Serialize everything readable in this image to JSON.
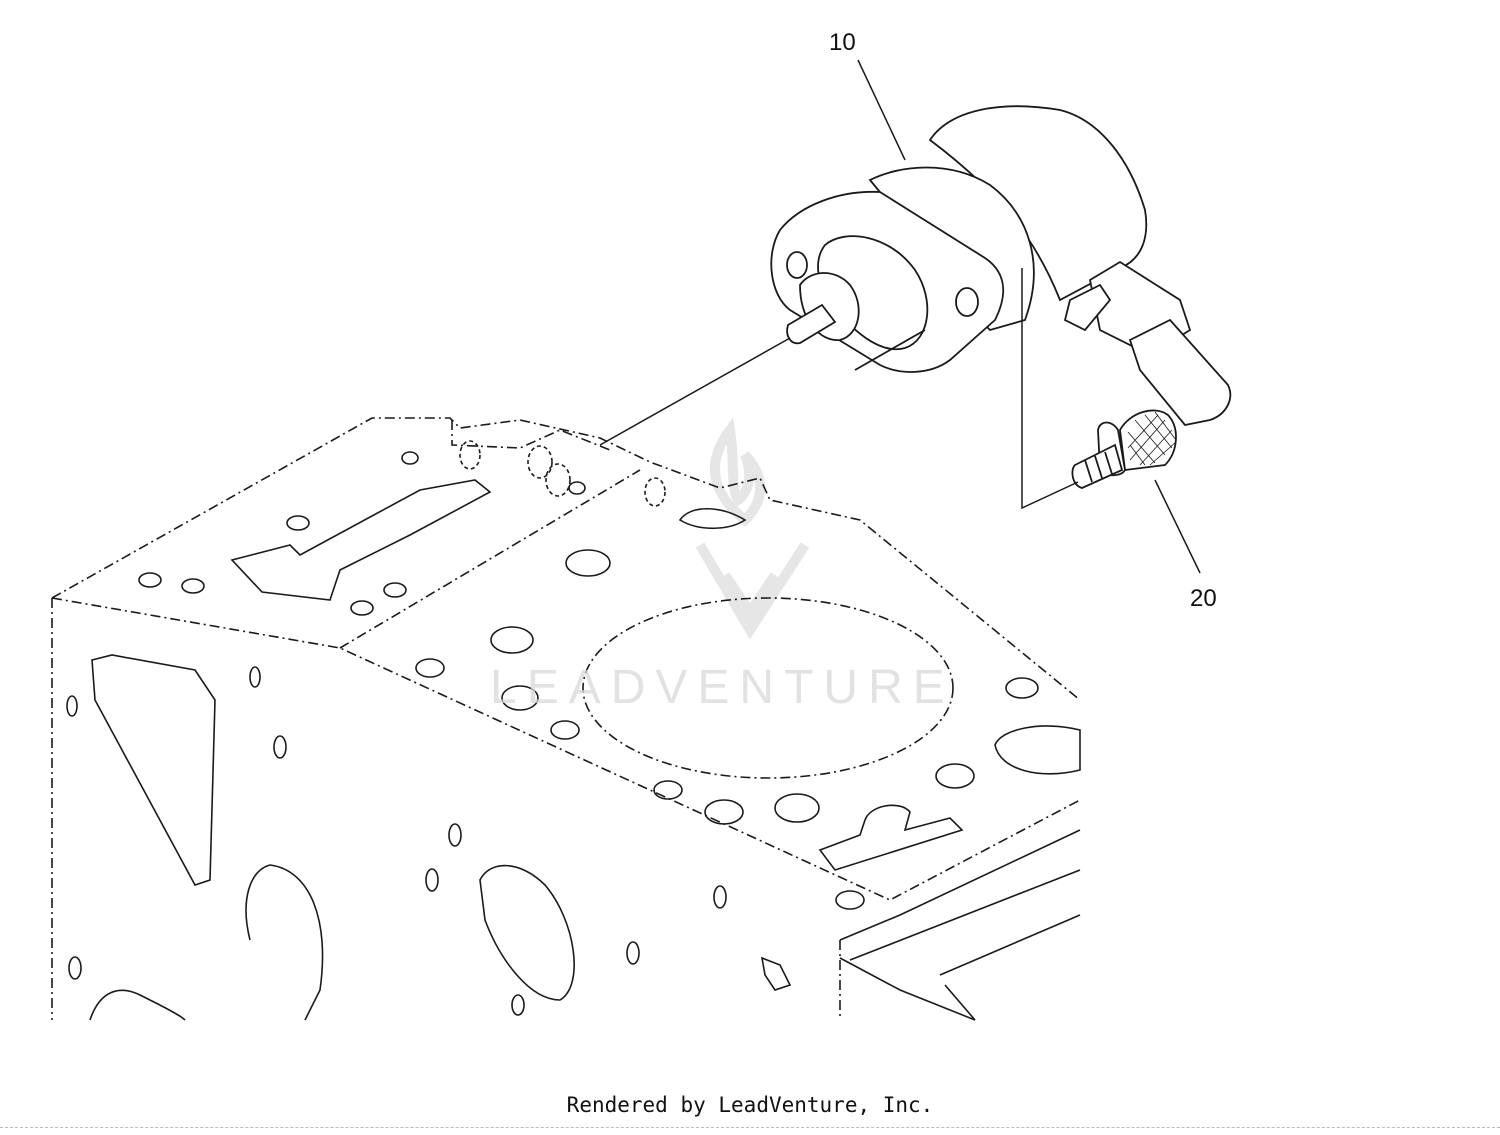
{
  "callouts": {
    "part_10": "10",
    "part_20": "20"
  },
  "watermark": {
    "brand": "LEADVENTURE"
  },
  "footer": {
    "credit": "Rendered by LeadVenture, Inc."
  },
  "colors": {
    "line": "#1a1a1a",
    "watermark": "#d9d9d9",
    "background": "#ffffff"
  }
}
